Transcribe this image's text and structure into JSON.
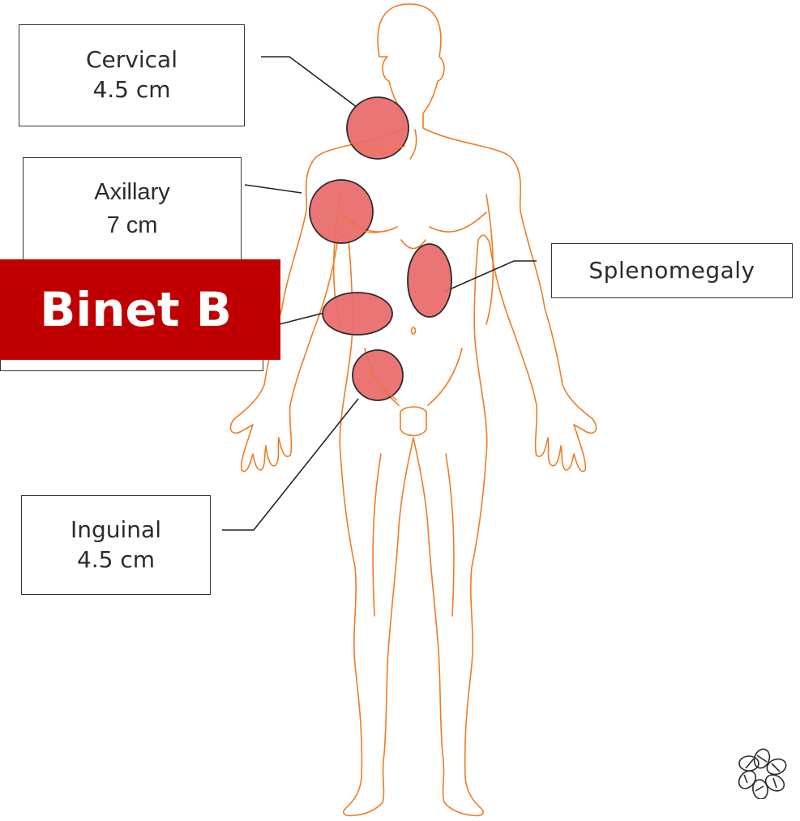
{
  "labels": {
    "cervical": {
      "name": "Cervical",
      "size": "4.5 cm"
    },
    "axillary": {
      "name": "Axillary",
      "size": "7 cm"
    },
    "splenomegaly": {
      "name": "Splenomegaly"
    },
    "inguinal": {
      "name": "Inguinal",
      "size": "4.5 cm"
    }
  },
  "stage_banner": {
    "text": "Binet B"
  },
  "colors": {
    "body_outline": "#f07b24",
    "node_fill": "#e96a6a",
    "node_stroke": "#2a2a2a",
    "connector": "#222222",
    "banner": "#c00000",
    "box_border": "#333333"
  },
  "icons": {
    "corner_logo": "dna-ring-logo-icon"
  }
}
